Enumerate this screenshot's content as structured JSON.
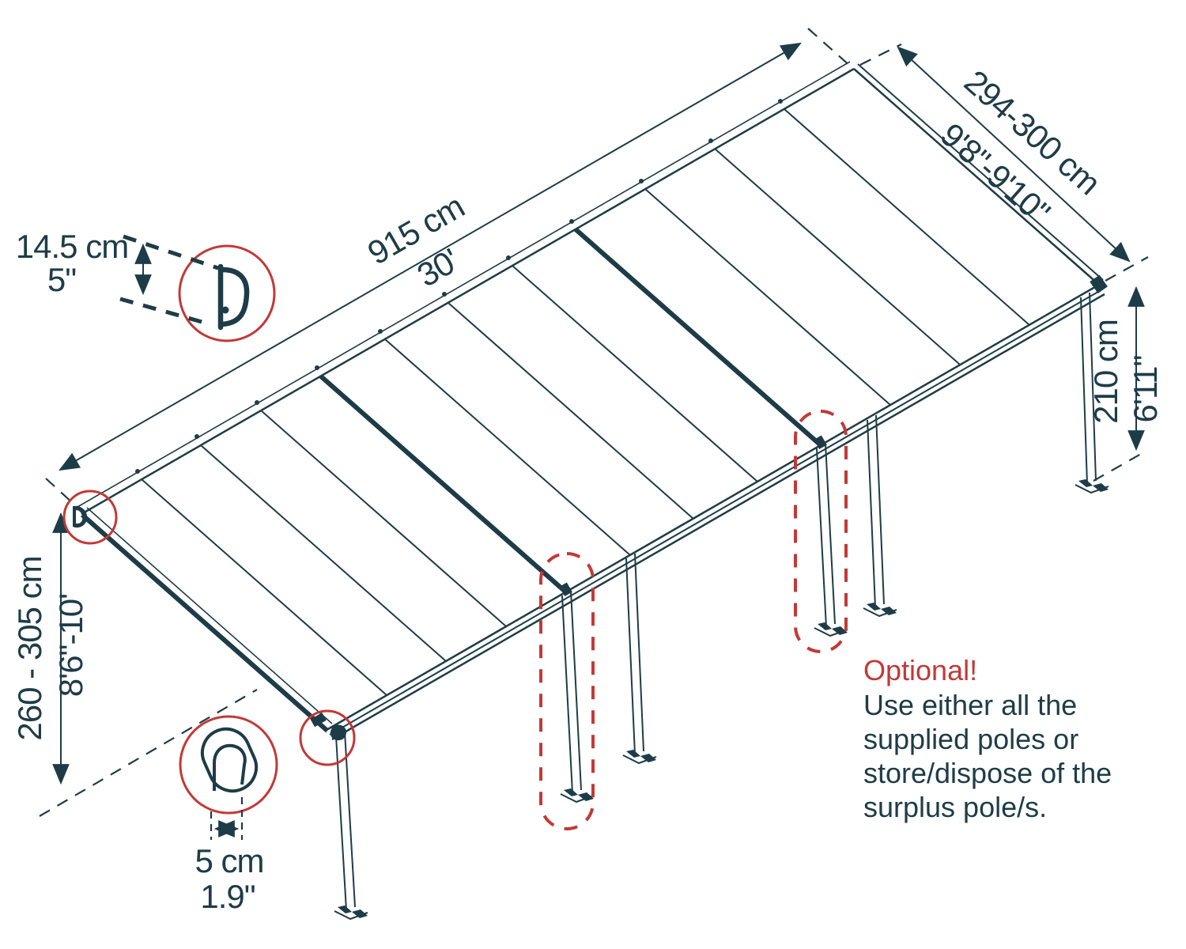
{
  "diagram": {
    "type": "patio-cover-dimension-diagram",
    "colors": {
      "ink": "#1e3c47",
      "red": "#c23936",
      "background": "#ffffff"
    },
    "dimensions": {
      "length": {
        "metric": "915 cm",
        "imperial": "30'"
      },
      "width": {
        "metric": "294-300 cm",
        "imperial": "9'8\"-9'10\""
      },
      "post_height": {
        "metric": "210 cm",
        "imperial": "6'11\""
      },
      "wall_height": {
        "metric": "260 - 305 cm",
        "imperial": "8'6\"-10'"
      },
      "gutter_profile": {
        "metric": "14.5 cm",
        "imperial": "5\""
      },
      "pole_profile": {
        "metric": "5 cm",
        "imperial": "1.9\""
      }
    },
    "note": {
      "title": "Optional!",
      "lines": [
        "Use either all the",
        "supplied poles or",
        "store/dispose of the",
        "surplus pole/s."
      ]
    }
  }
}
